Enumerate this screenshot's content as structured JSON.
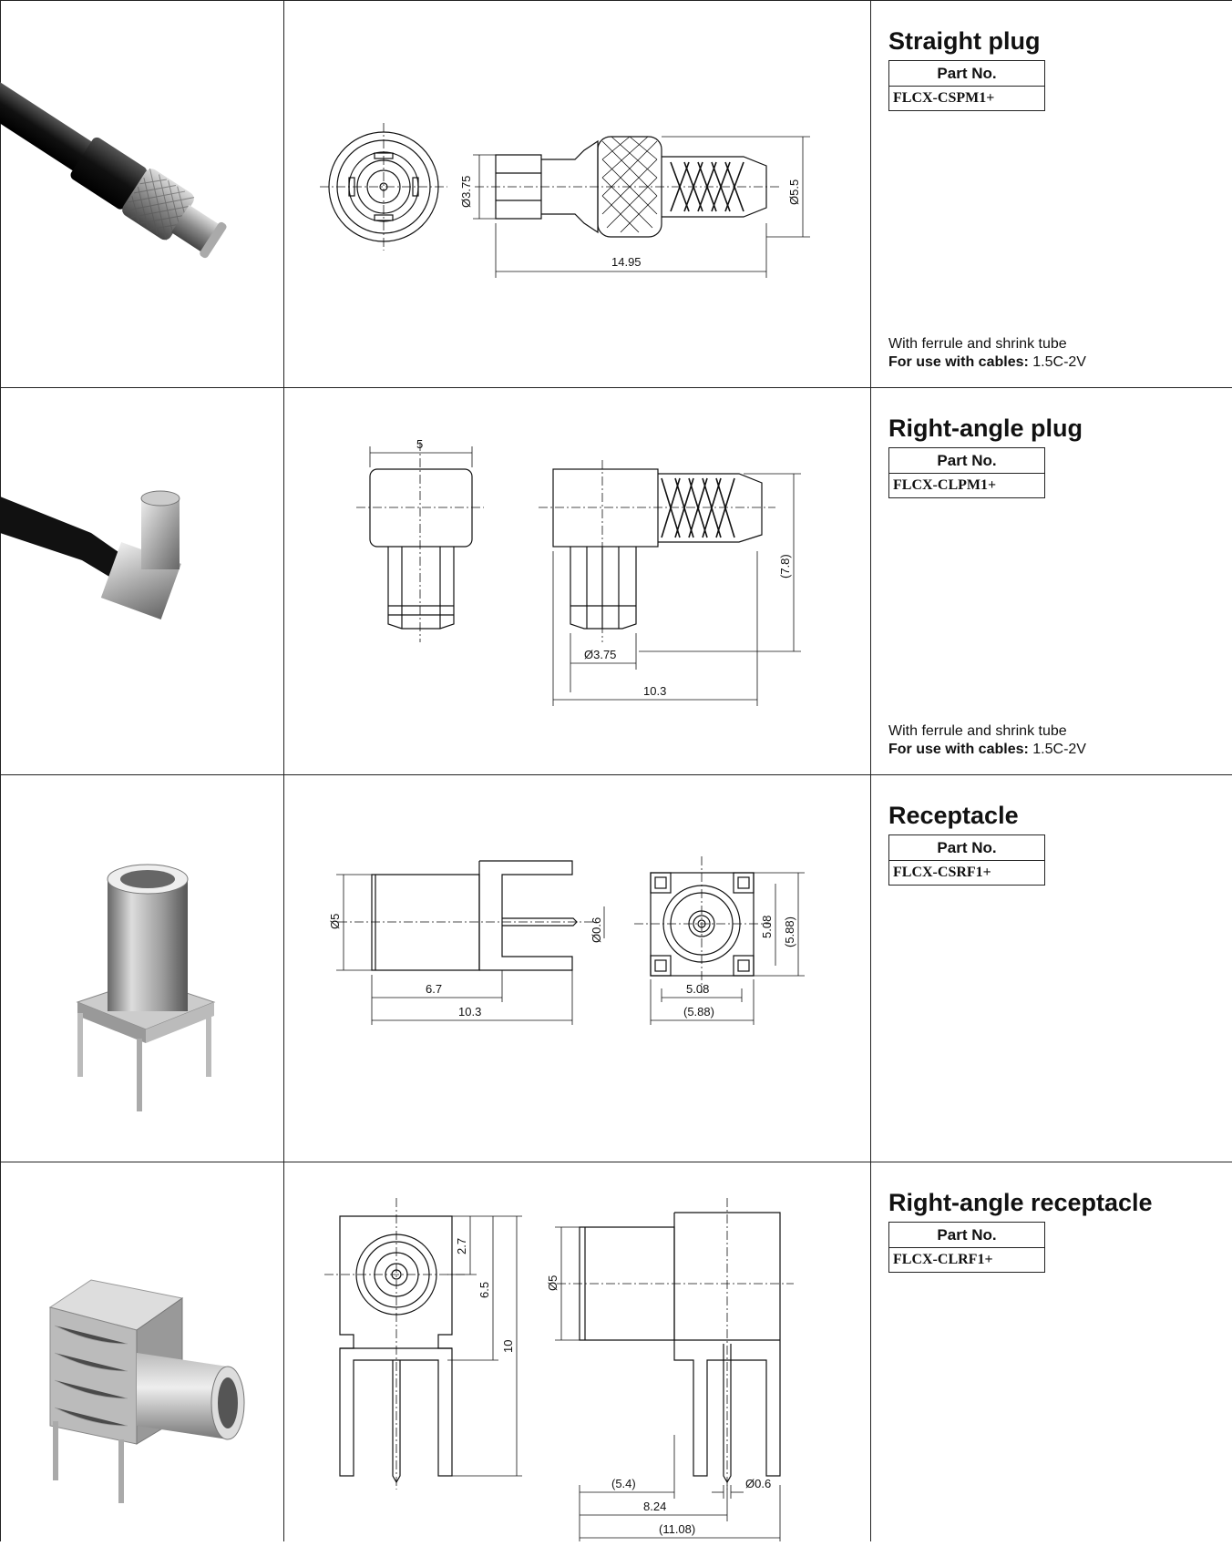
{
  "rows": [
    {
      "title": "Straight plug",
      "part_no_label": "Part No.",
      "part_no": "FLCX-CSPM1+",
      "note_line1": "With ferrule and shrink tube",
      "note_cables_label": "For use with cables:",
      "note_cables_value": "1.5C-2V",
      "dims": {
        "d1": "Ø3.75",
        "d2": "Ø5.5",
        "d3": "14.95"
      }
    },
    {
      "title": "Right-angle plug",
      "part_no_label": "Part No.",
      "part_no": "FLCX-CLPM1+",
      "note_line1": "With ferrule and shrink tube",
      "note_cables_label": "For use with cables:",
      "note_cables_value": "1.5C-2V",
      "dims": {
        "d1": "5",
        "d2": "(7.8)",
        "d3": "Ø3.75",
        "d4": "10.3"
      }
    },
    {
      "title": "Receptacle",
      "part_no_label": "Part No.",
      "part_no": "FLCX-CSRF1+",
      "dims": {
        "d1": "Ø5",
        "d2": "Ø0.6",
        "d3": "6.7",
        "d4": "10.3",
        "d5": "5.08",
        "d6": "(5.88)",
        "d7": "5.08",
        "d8": "(5.88)"
      }
    },
    {
      "title": "Right-angle receptacle",
      "part_no_label": "Part No.",
      "part_no": "FLCX-CLRF1+",
      "dims": {
        "d1": "2.7",
        "d2": "6.5",
        "d3": "10",
        "d4": "Ø5",
        "d5": "(5.4)",
        "d6": "Ø0.6",
        "d7": "8.24",
        "d8": "(11.08)"
      }
    }
  ]
}
